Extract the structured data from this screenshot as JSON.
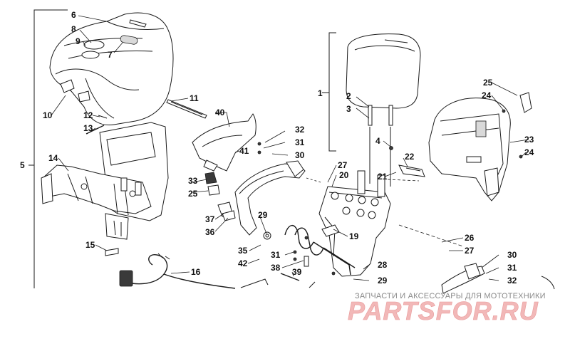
{
  "callouts": {
    "c1": "1",
    "c2": "2",
    "c3": "3",
    "c4": "4",
    "c5": "5",
    "c6": "6",
    "c7": "7",
    "c8": "8",
    "c9": "9",
    "c10": "10",
    "c11": "11",
    "c12": "12",
    "c13": "13",
    "c14": "14",
    "c15": "15",
    "c16": "16",
    "c19": "19",
    "c20": "20",
    "c21": "21",
    "c22": "22",
    "c23": "23",
    "c24a": "24",
    "c24b": "24",
    "c25a": "25",
    "c25b": "25",
    "c26": "26",
    "c27a": "27",
    "c27b": "27",
    "c28": "28",
    "c29a": "29",
    "c29b": "29",
    "c30a": "30",
    "c30b": "30",
    "c31a": "31",
    "c31b": "31",
    "c31c": "31",
    "c32a": "32",
    "c32b": "32",
    "c33": "33",
    "c35": "35",
    "c36": "36",
    "c37": "37",
    "c38": "38",
    "c39": "39",
    "c40": "40",
    "c41": "41",
    "c42": "42"
  },
  "watermark": {
    "tagline": "ЗАПЧАСТИ И АКСЕССУАРЫ ДЛЯ МОТОТЕХНИКИ",
    "logo": "PARTSFOR.RU"
  },
  "colors": {
    "line": "#1a1a1a",
    "watermark_logo": "#f2b8b8",
    "watermark_text": "#8a8a8a"
  }
}
